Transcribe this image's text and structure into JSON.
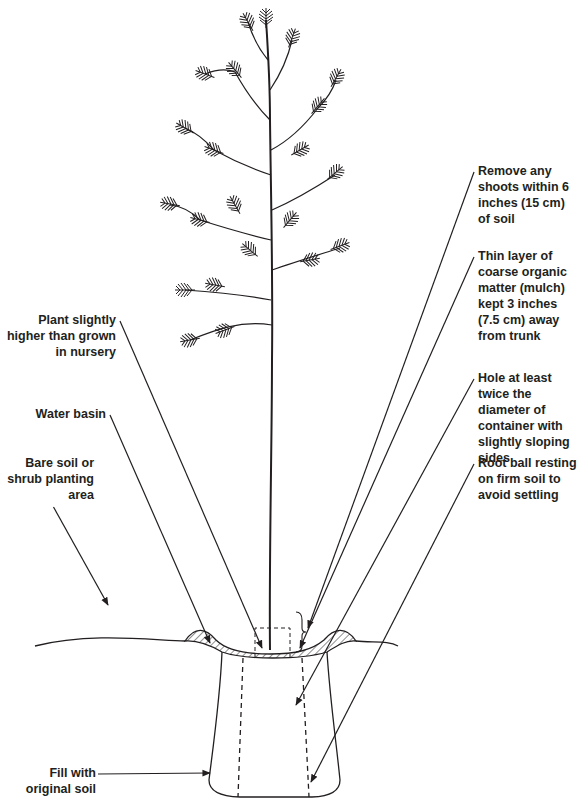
{
  "diagram": {
    "labels": [
      "Remove any shoots within 6 inches (15 cm) of soil",
      "Thin layer of coarse organic matter (mulch) kept 3 inches (7.5 cm) away from trunk",
      "Hole at least twice the diameter of container with slightly sloping sides",
      "Root ball resting on firm soil to avoid settling",
      "Plant slightly higher than grown in nursery",
      "Water basin",
      "Bare soil or shrub planting area",
      "Fill with original soil"
    ]
  }
}
